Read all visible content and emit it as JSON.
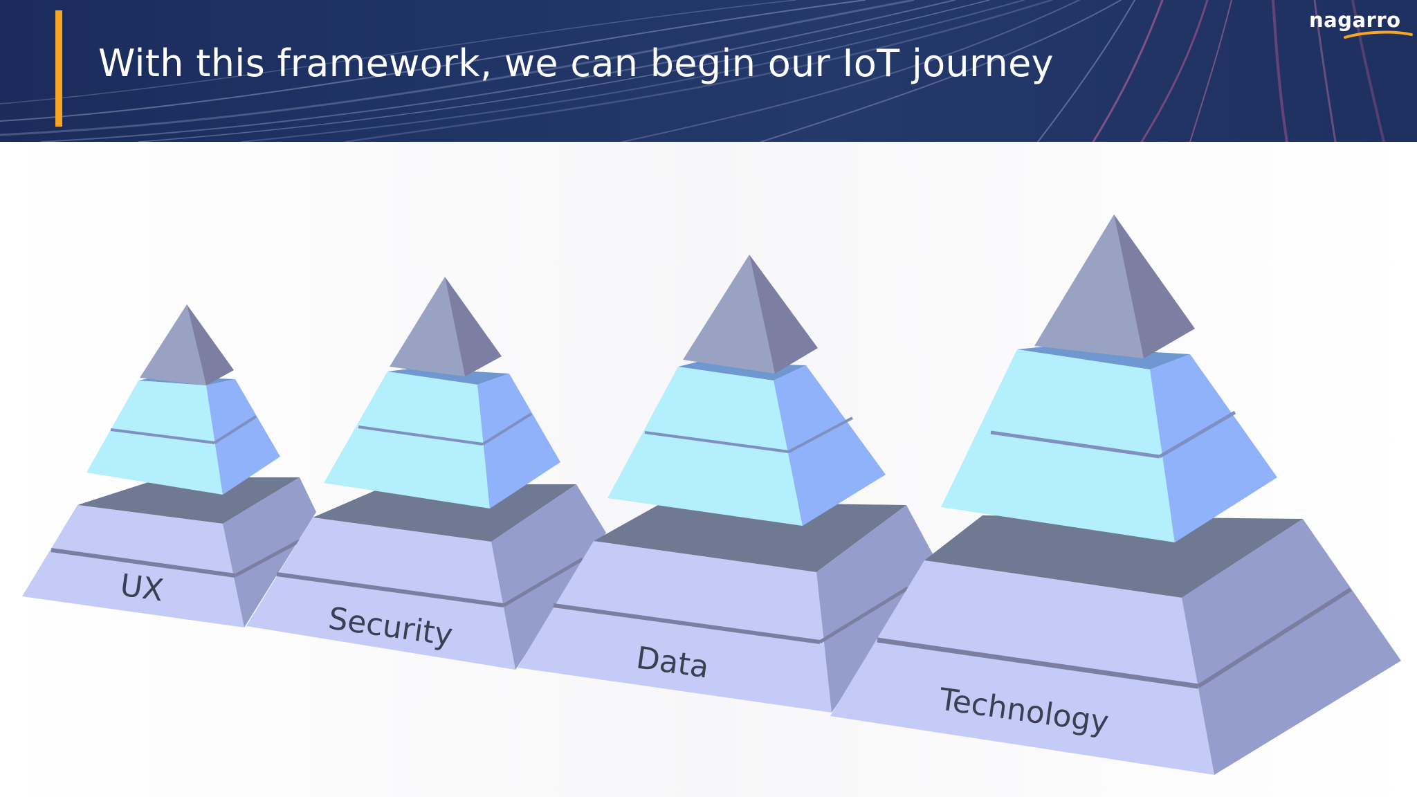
{
  "slide": {
    "title": "With this framework, we can begin our IoT journey",
    "logo_text": "nagarro",
    "accent_color": "#f5a623",
    "header_color": "#1f3264"
  },
  "pyramids": [
    {
      "label": "UX"
    },
    {
      "label": "Security"
    },
    {
      "label": "Data"
    },
    {
      "label": "Technology"
    }
  ],
  "colors": {
    "tip_light": "#9aa2c4",
    "tip_dark": "#7c7fa2",
    "upper_band_front": "#b3effc",
    "upper_band_side": "#8fb2fb",
    "upper_band_top": "#6f98d0",
    "lower_band_front": "#c3cbf6",
    "lower_band_side": "#959dcc",
    "lower_band_top": "#6f7a92",
    "label_color": "#3b3f52"
  }
}
